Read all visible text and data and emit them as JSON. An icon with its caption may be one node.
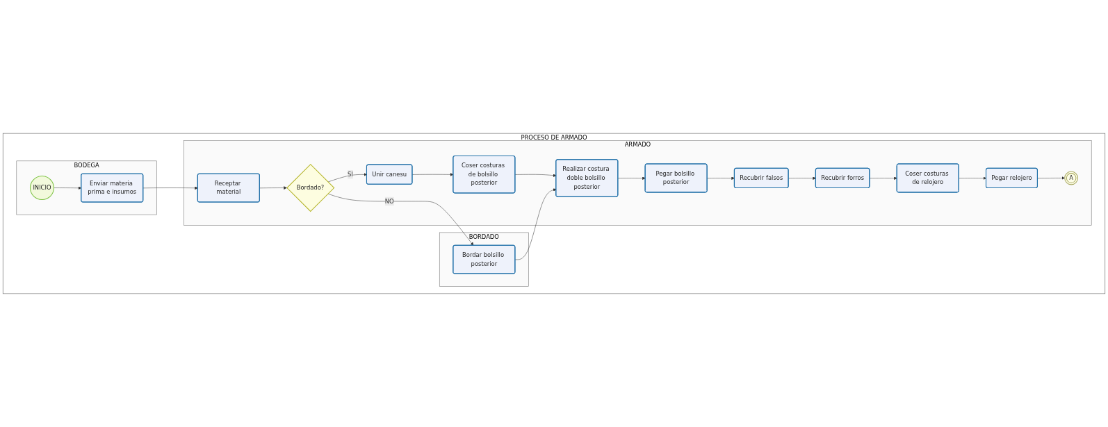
{
  "diagram": {
    "nodes": [
      {
        "text": [
          "PROCESO DE ARMADO"
        ]
      },
      {
        "text": [
          "BODEGA"
        ],
        "in": 0
      },
      {
        "text": [
          "ARMADO"
        ],
        "in": 0
      },
      {
        "text": [
          "BORDADO"
        ],
        "in": 0
      },
      {
        "text": [
          "INICIO"
        ],
        "in": 1
      },
      {
        "text": [
          "Enviar materia prima e insumos"
        ],
        "in": 1
      },
      {
        "text": [
          "Receptar material"
        ],
        "in": 2
      },
      {
        "text": [
          "Bordado?"
        ],
        "in": 2
      },
      {
        "text": [
          "Unir canesu"
        ],
        "in": 2
      },
      {
        "text": [
          "Coser costuras de bolsillo posterior"
        ],
        "in": 2
      },
      {
        "text": [
          "Realizar costura doble bolsillo posterior"
        ],
        "in": 2
      },
      {
        "text": [
          "Pegar bolsillo posterior"
        ],
        "in": 2
      },
      {
        "text": [
          "Recubrir falsos"
        ],
        "in": 2
      },
      {
        "text": [
          "Recubrir forros"
        ],
        "in": 2
      },
      {
        "text": [
          "Coser costuras de relojero"
        ],
        "in": 2
      },
      {
        "text": [
          "Pegar relojero"
        ],
        "in": 2
      },
      {
        "text": [
          "A"
        ],
        "in": 2
      },
      {
        "text": [
          "Bordar bolsillo posterior"
        ],
        "in": 3
      }
    ],
    "edges": [
      {
        "from": 4,
        "to": 5,
        "arrow": "to"
      },
      {
        "from": 5,
        "to": 6,
        "arrow": "to"
      },
      {
        "from": 6,
        "to": 7,
        "arrow": "to"
      },
      {
        "from": 7,
        "to": 8,
        "arrow": "to",
        "label": "SI"
      },
      {
        "from": 8,
        "to": 9,
        "arrow": "to"
      },
      {
        "from": 9,
        "to": 10,
        "arrow": "to"
      },
      {
        "from": 10,
        "to": 11,
        "arrow": "to"
      },
      {
        "from": 11,
        "to": 12,
        "arrow": "to"
      },
      {
        "from": 12,
        "to": 13,
        "arrow": "to"
      },
      {
        "from": 13,
        "to": 14,
        "arrow": "to"
      },
      {
        "from": 14,
        "to": 15,
        "arrow": "to"
      },
      {
        "from": 15,
        "to": 16,
        "arrow": "to"
      },
      {
        "from": 7,
        "to": 17,
        "arrow": "to",
        "label": "NO"
      },
      {
        "from": 17,
        "to": 10,
        "arrow": "to"
      }
    ]
  }
}
